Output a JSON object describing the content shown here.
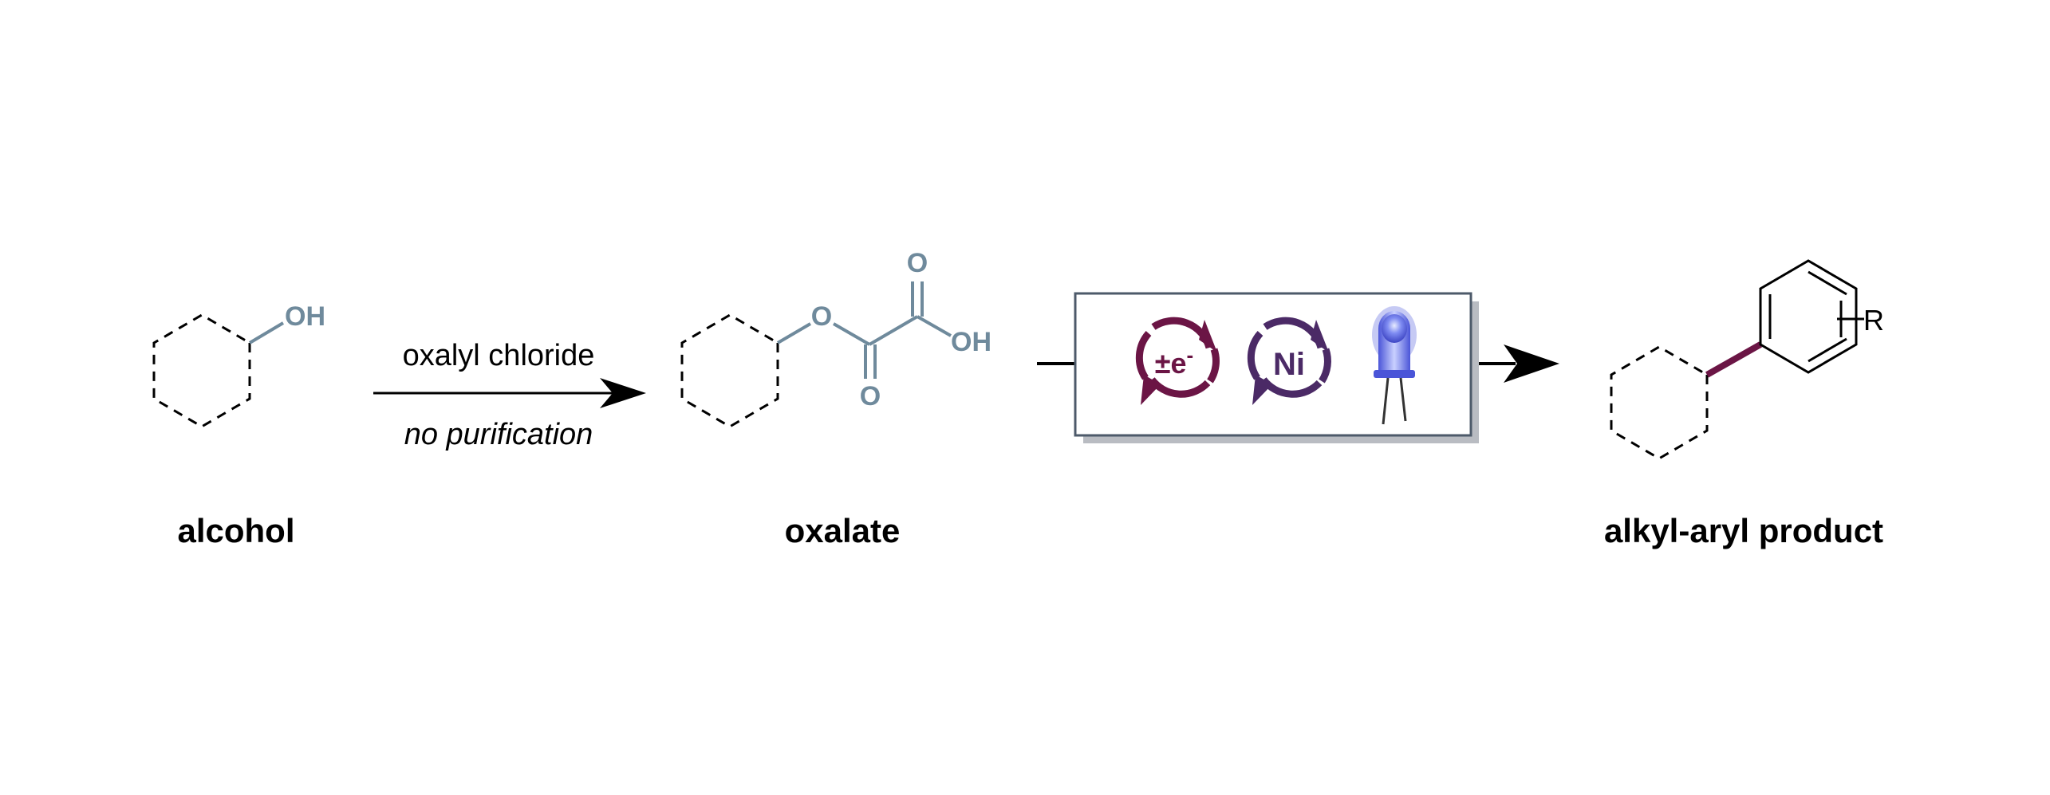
{
  "substrate": {
    "name": "alcohol",
    "oh_label": "OH"
  },
  "reaction_step1": {
    "reagent": "oxalyl chloride",
    "note": "no purification"
  },
  "intermediate": {
    "name": "oxalate",
    "o_label": "O",
    "oh_label": "OH"
  },
  "catalysis_box": {
    "photoredox_label": "±e",
    "photoredox_superscript": "-",
    "nickel_label": "Ni",
    "light_source": "blue-led-icon",
    "photoredox_color": "#6b1545",
    "nickel_color": "#4b2a66"
  },
  "product": {
    "name": "alkyl-aryl product",
    "r_label": "R",
    "new_bond_color": "#6b1545"
  }
}
